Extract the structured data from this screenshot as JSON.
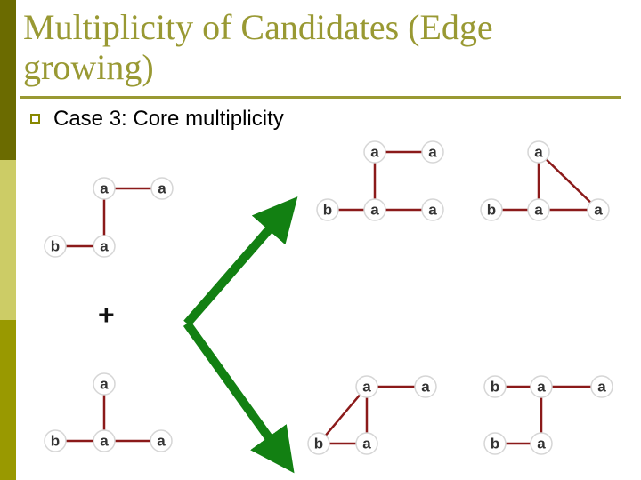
{
  "slide": {
    "title": "Multiplicity of Candidates (Edge growing)",
    "bullet_text": "Case 3: Core multiplicity"
  },
  "operator": "+",
  "colors": {
    "title": "#999933",
    "edge": "#8b1a1a",
    "arrow": "#128012",
    "sidebar": [
      "#6b6b00",
      "#cccc66",
      "#999900"
    ]
  },
  "node_labels": {
    "a": "a",
    "b": "b"
  },
  "graphs": [
    {
      "name": "input-graph-top",
      "nodes": [
        "a",
        "a",
        "b",
        "a"
      ]
    },
    {
      "name": "input-graph-bottom",
      "nodes": [
        "a",
        "b",
        "a",
        "a"
      ]
    },
    {
      "name": "candidate-top-left",
      "nodes": [
        "a",
        "a",
        "b",
        "a",
        "a"
      ]
    },
    {
      "name": "candidate-top-right",
      "nodes": [
        "a",
        "b",
        "a",
        "a"
      ]
    },
    {
      "name": "candidate-bottom-left",
      "nodes": [
        "a",
        "a",
        "b",
        "a"
      ]
    },
    {
      "name": "candidate-bottom-right",
      "nodes": [
        "b",
        "a",
        "a",
        "b",
        "a"
      ]
    }
  ]
}
